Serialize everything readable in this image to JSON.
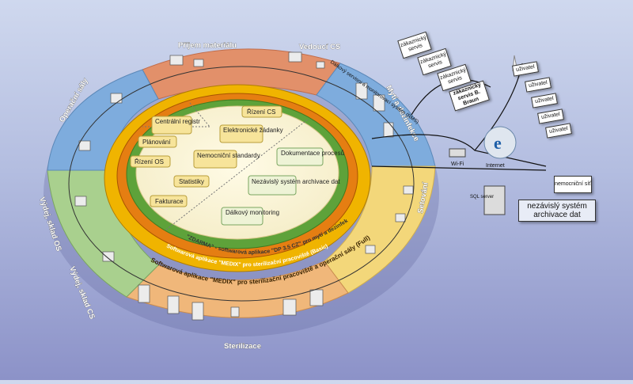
{
  "sectors": {
    "prijem": "Příjem materiálu",
    "vedouci": "Vedoucí CS",
    "myti": "Mytí a dezinfekce",
    "setovani": "Setování",
    "sterilizace": "Sterilizace",
    "vydej_cs": "Výdej, sklad CS",
    "vydej_os": "Výdej, sklad OS",
    "operacni": "Operační sály"
  },
  "inner_boxes": {
    "centralni": "Centrální registr",
    "planovani": "Plánování",
    "rizeni_os": "Řízení OS",
    "rizeni_cs": "Řízení CS",
    "elektronicke": "Elektronické žádanky",
    "nemocnicni": "Nemocniční standardy",
    "statistiky": "Statistiky",
    "fakturace": "Fakturace",
    "dokumentace": "Dokumentace procesů",
    "nezavisly": "Nezávislý systém archivace dat",
    "dalkovy": "Dálkový monitoring"
  },
  "rings": {
    "zdarma": "\"ZDARMA\" - softwarová aplikace \"DP 3.5 CZ\" pro mytí a dezinfekci",
    "medix_partial": "Softwarová aplikace \"MEDIX\" pro sterilizační pracoviště (Basic)",
    "medix_full": "Softwarová aplikace \"MEDIX\" pro sterilizační pracoviště a operační sály (Full)"
  },
  "right_panel": {
    "rms_label": "Dálkový servisní a monitorovací systém (RMS)",
    "service1": "zákaznický servis",
    "service2": "zákaznický servis",
    "service3": "zákaznický servis",
    "service4": "zákaznický servis B. Braun",
    "users": [
      "uživatel",
      "uživatel",
      "uživatel",
      "uživatel",
      "uživatel"
    ],
    "wifi": "Wi-Fi",
    "internet": "Internet",
    "nemocnicni_sit": "nemocniční síť",
    "sql_server": "SQL server",
    "archive_box": "nezávislý systém archivace dat"
  },
  "colors": {
    "orange_sector": "#e2906a",
    "blue_sector": "#7eacdd",
    "yellow_sector": "#f3d77a",
    "peach_sector": "#f0b77a",
    "green_sector": "#a9d08e",
    "gold_ring": "#f0b400",
    "orange_ring": "#e57e12"
  }
}
